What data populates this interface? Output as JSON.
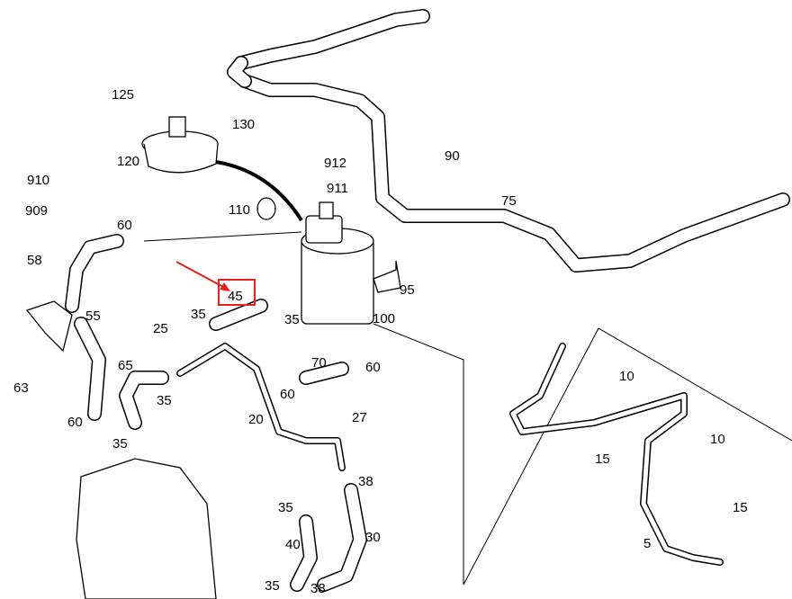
{
  "diagram": {
    "callouts": [
      "125",
      "130",
      "120",
      "910",
      "909",
      "912",
      "911",
      "90",
      "110",
      "60",
      "75",
      "58",
      "45",
      "95",
      "55",
      "35",
      "35",
      "100",
      "25",
      "65",
      "70",
      "60",
      "10",
      "63",
      "35",
      "60",
      "27",
      "60",
      "20",
      "10",
      "35",
      "15",
      "38",
      "35",
      "15",
      "40",
      "30",
      "5",
      "35",
      "38"
    ],
    "highlight_color": "#e8201e"
  }
}
